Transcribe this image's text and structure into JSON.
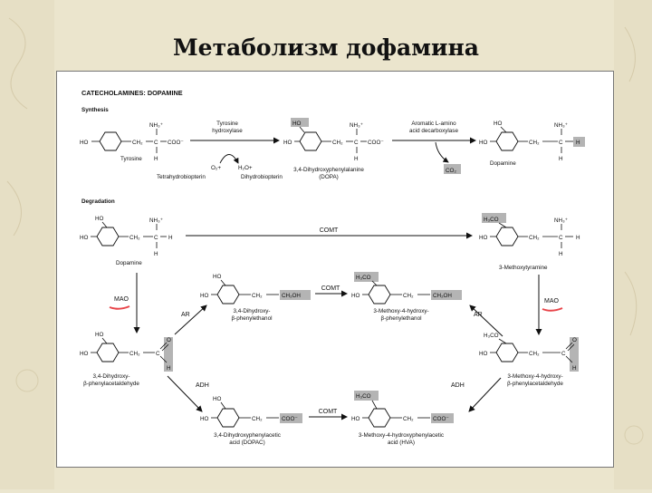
{
  "slide": {
    "title": "Метаболизм дофамина"
  },
  "figure": {
    "header": "CATECHOLAMINES: DOPAMINE",
    "sections": {
      "synthesis": "Synthesis",
      "degradation": "Degradation"
    },
    "compounds": {
      "tyrosine": "Tyrosine",
      "dopa": "3,4-Dihydroxyphenylalanine",
      "dopa_abbr": "(DOPA)",
      "dopamine_synth": "Dopamine",
      "dopamine_deg": "Dopamine",
      "methoxytyramine": "3-Methoxytyramine",
      "dihydroxyphenylethanol_1": "3,4-Dihydroxy-",
      "dihydroxyphenylethanol_2": "β-phenylethanol",
      "methoxyhydroxyphenylethanol_1": "3-Methoxy-4-hydroxy-",
      "methoxyhydroxyphenylethanol_2": "β-phenylethanol",
      "dihydroxyphenylacetaldehyde_1": "3,4-Dihydroxy-",
      "dihydroxyphenylacetaldehyde_2": "β-phenylacetaldehyde",
      "methoxyhydroxyphenylacetaldehyde_1": "3-Methoxy-4-hydroxy-",
      "methoxyhydroxyphenylacetaldehyde_2": "β-phenylacetaldehyde",
      "dopac_1": "3,4-Dihydroxyphenylacetic",
      "dopac_2": "acid (DOPAC)",
      "hva_1": "3-Methoxy-4-hydroxyphenylacetic",
      "hva_2": "acid (HVA)"
    },
    "enzymes": {
      "tyrosine_hydroxylase_1": "Tyrosine",
      "tyrosine_hydroxylase_2": "hydroxylase",
      "aadc_1": "Aromatic L-amino",
      "aadc_2": "acid decarboxylase",
      "comt_top": "COMT",
      "comt_mid": "COMT",
      "comt_bottom": "COMT",
      "mao_left": "MAO",
      "mao_right": "MAO",
      "ar_left": "AR",
      "ar_right": "AR",
      "adh_left": "ADH",
      "adh_right": "ADH"
    },
    "cofactors": {
      "o2": "O₂+",
      "h2o": "H₂O+",
      "thb": "Tetrahydrobiopterin",
      "dhb": "Dihydrobiopterin",
      "co2": "CO₂"
    },
    "groups": {
      "ho": "HO",
      "h3co": "H₃CO",
      "nh3": "NH₃⁺",
      "ch2": "CH₂",
      "ch2oh": "CH₂OH",
      "coo": "COO⁻",
      "h": "H",
      "c": "C",
      "o": "O"
    },
    "colors": {
      "highlight": "#b4b4b4",
      "mao_underline": "#e8454a",
      "ink": "#111111"
    }
  }
}
